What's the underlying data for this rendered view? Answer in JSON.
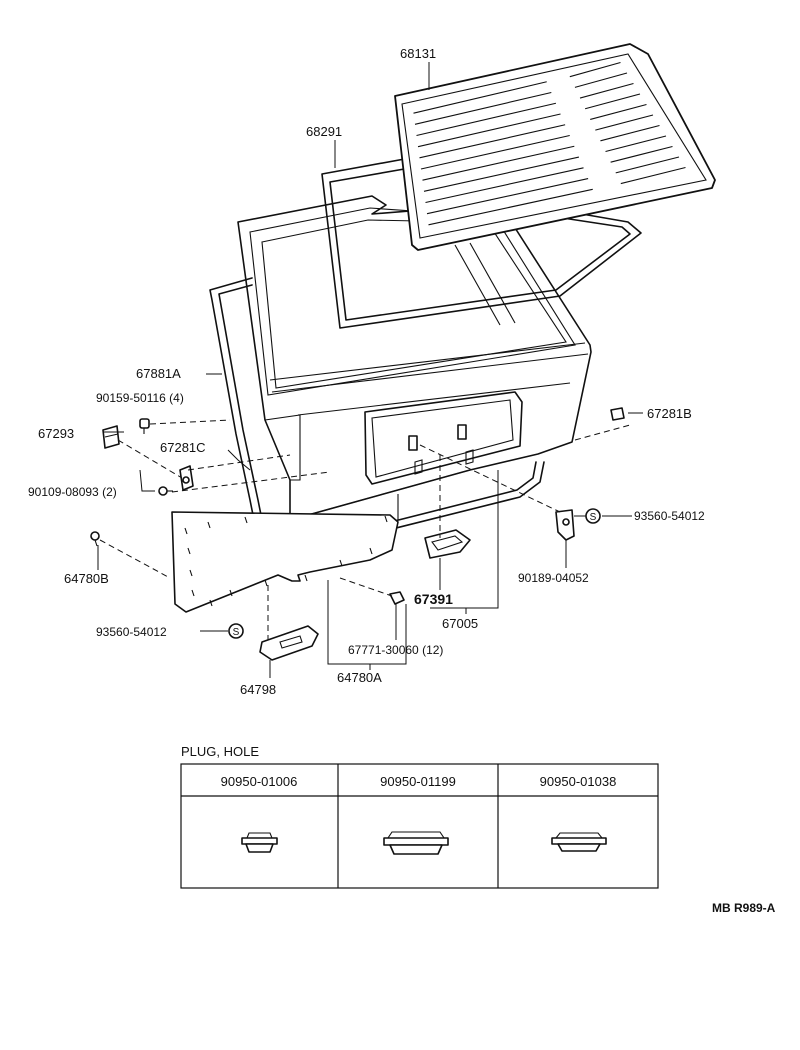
{
  "parts": {
    "p68131": "68131",
    "p68291": "68291",
    "p67881A": "67881A",
    "p90159": "90159-50116 (4)",
    "p67293": "67293",
    "p67281C": "67281C",
    "p90109": "90109-08093 (2)",
    "p64780B": "64780B",
    "p67281B": "67281B",
    "p93560r": "93560-54012",
    "p90189": "90189-04052",
    "p67391": "67391",
    "p67005": "67005",
    "p93560l": "93560-54012",
    "p67771": "67771-30060 (12)",
    "p64798": "64798",
    "p64780A": "64780A",
    "s_mark": "S"
  },
  "plug_table": {
    "title": "PLUG, HOLE",
    "columns": [
      "90950-01006",
      "90950-01199",
      "90950-01038"
    ]
  },
  "code": "MB R989-A"
}
